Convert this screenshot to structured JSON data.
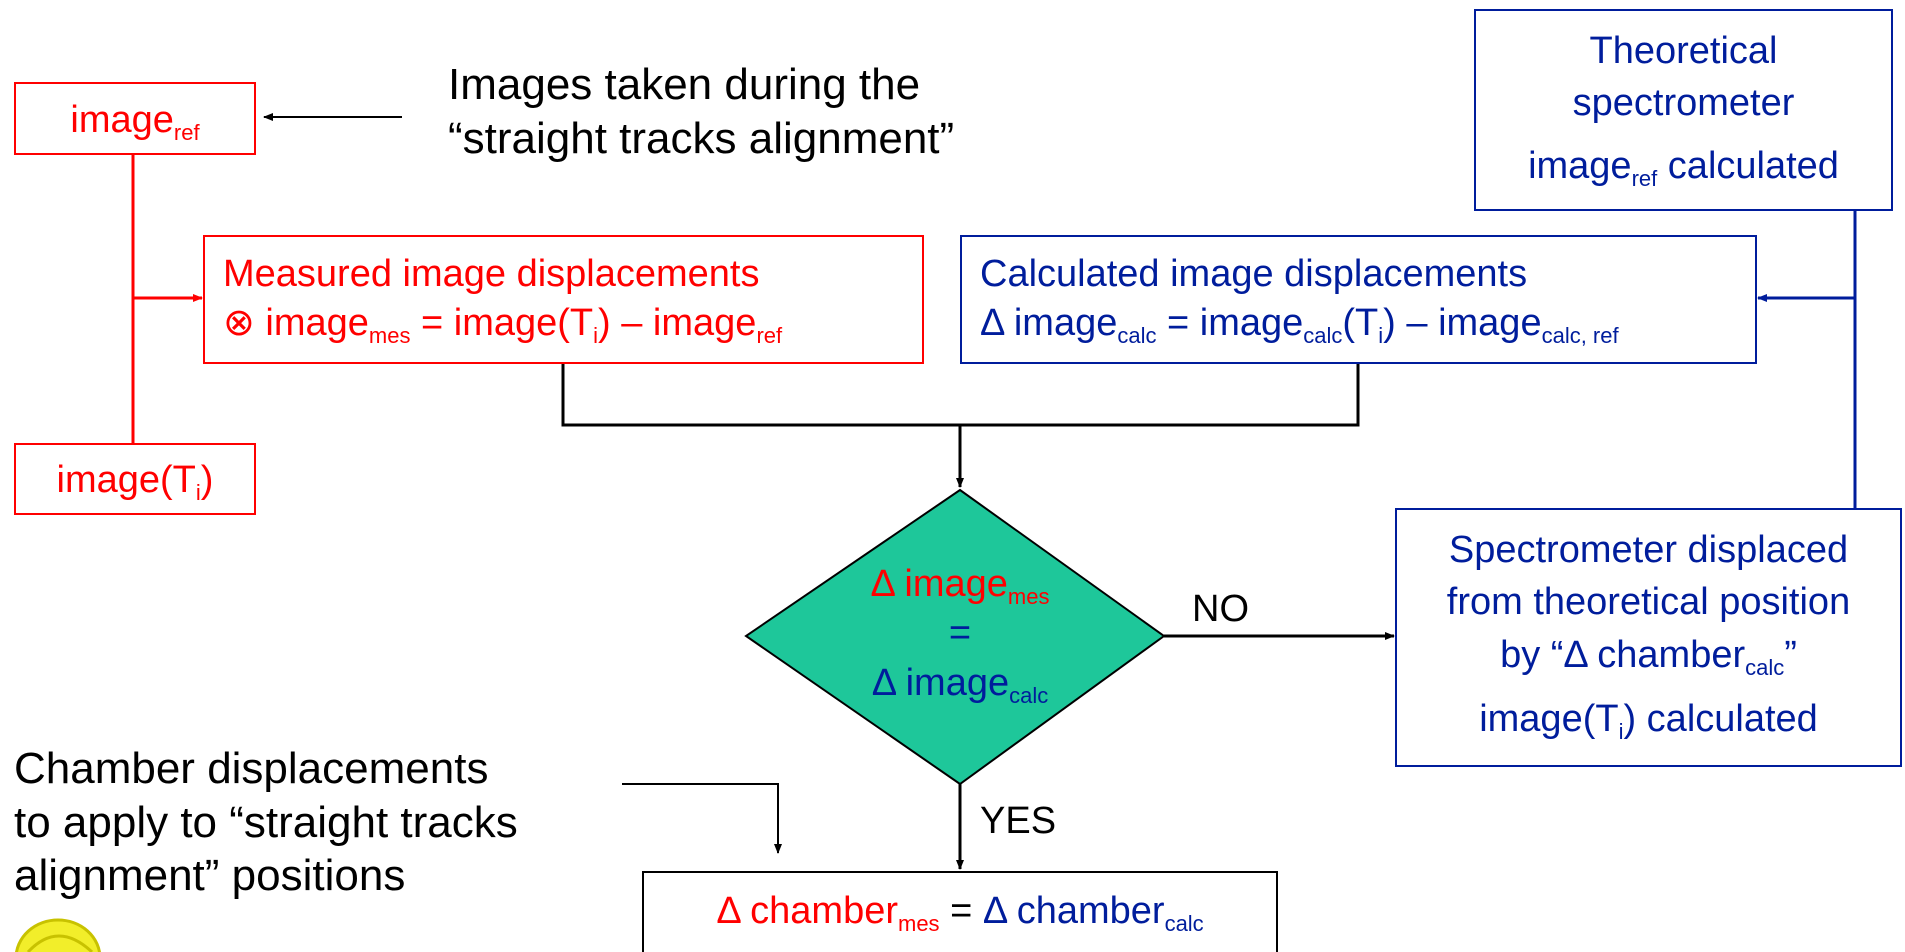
{
  "colors": {
    "measured": "#ff0000",
    "calculated": "#001d9c",
    "decision_fill": "#1ec79a",
    "outline": "#000000"
  },
  "annotations": {
    "images_taken_line1": "Images taken during the",
    "images_taken_line2": "“straight tracks alignment”",
    "chamber_line1": "Chamber displacements",
    "chamber_line2": "to apply to “straight tracks",
    "chamber_line3": "alignment” positions"
  },
  "image_ref_box": {
    "base": "image",
    "sub": "ref"
  },
  "image_ti_box": {
    "base": "image(T",
    "sub": "i",
    "close": ")"
  },
  "theoretical_box": {
    "line1": "Theoretical",
    "line2": "spectrometer",
    "line3_base": "image",
    "line3_sub": "ref",
    "line3_rest": " calculated"
  },
  "measured_box": {
    "title": "Measured image displacements",
    "symbol": "⊗ image",
    "sub_mes": "mes",
    "eq": " = image(T",
    "sub_i": "i",
    "minus": ") – image",
    "sub_ref": "ref"
  },
  "calculated_box": {
    "title": "Calculated image displacements",
    "symbol": "Δ image",
    "sub_calc": "calc",
    "eq": " = image",
    "sub_calc2": "calc",
    "open": "(T",
    "sub_i": "i",
    "minus": ") – image",
    "sub_calcref": "calc, ref"
  },
  "decision": {
    "top_base": "Δ image",
    "top_sub": "mes",
    "equals": "=",
    "bottom_base": "Δ image",
    "bottom_sub": "calc",
    "no_label": "NO",
    "yes_label": "YES"
  },
  "displaced_box": {
    "line1": "Spectrometer displaced",
    "line2": "from theoretical position",
    "line3_base": "by “Δ chamber",
    "line3_sub": "calc",
    "line3_close": "”",
    "line4_base": "image(T",
    "line4_sub": "i",
    "line4_rest": ") calculated"
  },
  "result_box": {
    "left_base": "Δ chamber",
    "left_sub": "mes",
    "equals": " = ",
    "right_base": "Δ chamber",
    "right_sub": "calc"
  }
}
